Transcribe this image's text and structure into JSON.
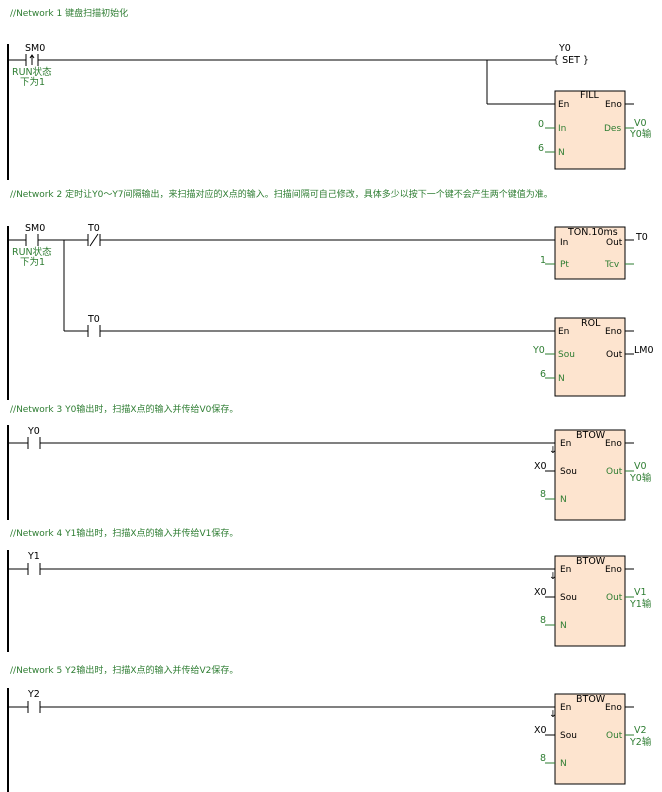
{
  "networks": [
    {
      "comment": "//Network 1  键盘扫描初始化",
      "contact": {
        "name": "SM0",
        "note1": "RUN状态",
        "note2": "下为1"
      },
      "coil": {
        "name": "Y0",
        "instr": "{ SET }"
      },
      "block": {
        "title": "FILL",
        "en": "En",
        "eno": "Eno",
        "in_pin": "In",
        "in_val": "0",
        "n_pin": "N",
        "n_val": "6",
        "out_pin": "Des",
        "out_val": "V0",
        "out_note": "Y0输"
      }
    },
    {
      "comment": "//Network 2  定时让Y0～Y7间隔输出，来扫描对应的X点的输入。扫描间隔可自己修改，具体多少以按下一个键不会产生两个键值为准。",
      "contact": {
        "name": "SM0",
        "note1": "RUN状态",
        "note2": "下为1"
      },
      "contact2": {
        "name": "T0"
      },
      "timer": {
        "title": "TON.10ms",
        "in_pin": "In",
        "out_pin": "Out",
        "out_val": "T0",
        "pt_pin": "Pt",
        "pt_val": "1",
        "tcv_pin": "Tcv"
      },
      "contact3": {
        "name": "T0"
      },
      "block": {
        "title": "ROL",
        "en": "En",
        "eno": "Eno",
        "sou_pin": "Sou",
        "sou_val": "Y0",
        "n_pin": "N",
        "n_val": "6",
        "out_pin": "Out",
        "out_val": "LM0"
      }
    },
    {
      "comment": "//Network 3  Y0输出时，扫描X点的输入并传给V0保存。",
      "contact": {
        "name": "Y0"
      },
      "block": {
        "title": "BTOW",
        "en": "En",
        "eno": "Eno",
        "sou_pin": "Sou",
        "sou_val": "X0",
        "n_pin": "N",
        "n_val": "8",
        "out_pin": "Out",
        "out_val": "V0",
        "out_note": "Y0输"
      }
    },
    {
      "comment": "//Network 4  Y1输出时，扫描X点的输入并传给V1保存。",
      "contact": {
        "name": "Y1"
      },
      "block": {
        "title": "BTOW",
        "en": "En",
        "eno": "Eno",
        "sou_pin": "Sou",
        "sou_val": "X0",
        "n_pin": "N",
        "n_val": "8",
        "out_pin": "Out",
        "out_val": "V1",
        "out_note": "Y1输"
      }
    },
    {
      "comment": "//Network 5  Y2输出时，扫描X点的输入并传给V2保存。",
      "contact": {
        "name": "Y2"
      },
      "block": {
        "title": "BTOW",
        "en": "En",
        "eno": "Eno",
        "sou_pin": "Sou",
        "sou_val": "X0",
        "n_pin": "N",
        "n_val": "8",
        "out_pin": "Out",
        "out_val": "V2",
        "out_note": "Y2输"
      }
    }
  ]
}
